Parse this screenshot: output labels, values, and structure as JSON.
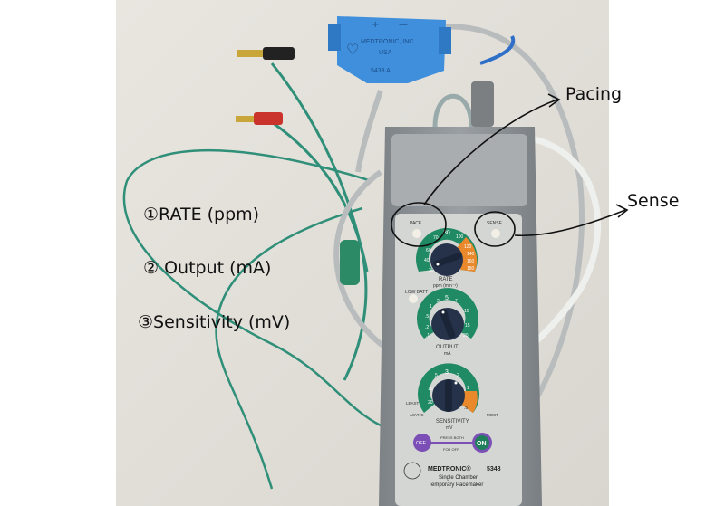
{
  "annotations": {
    "rate": "①RATE (ppm)",
    "output": "② Output (mA)",
    "sensitivity": "③Sensitivity (mV)",
    "pacing": "Pacing",
    "sense": "Sense"
  },
  "connector": {
    "brand": "MEDTRONIC, INC.",
    "country": "USA",
    "model": "5433 A",
    "plus": "+",
    "minus": "—"
  },
  "device": {
    "pace_label": "PACE",
    "sense_label": "SENSE",
    "low_batt_label": "LOW BATT",
    "rate": {
      "ticks": [
        "30",
        "40",
        "60",
        "70",
        "80",
        "100",
        "120",
        "140",
        "160",
        "180"
      ],
      "label": "RATE",
      "unit": "ppm (min⁻¹)"
    },
    "output": {
      "ticks": [
        ".1",
        ".2",
        ".5",
        "1",
        "2",
        "5",
        "7",
        "10",
        "15",
        "20"
      ],
      "label": "OUTPUT",
      "unit": "mA"
    },
    "sensitivity": {
      "ticks": [
        "20",
        "10",
        "5",
        "3",
        "2",
        "1",
        ".5"
      ],
      "label": "SENSITIVITY",
      "unit": "mV",
      "least": "LEAST",
      "most": "MOST",
      "async": "ASYNC"
    },
    "off_label": "OFF",
    "on_label": "ON",
    "press_both": "PRESS BOTH",
    "for_off": "FOR OFF",
    "brand": "MEDTRONIC®",
    "model": "5348",
    "desc1": "Single Chamber",
    "desc2": "Temporary Pacemaker"
  },
  "colors": {
    "device_body": "#8d9296",
    "panel": "#d4d6d3",
    "dial_green": "#1f8a63",
    "dial_orange": "#e9892c",
    "knob": "#25324a",
    "connector_blue": "#3f8fdc",
    "on_green": "#1e7f5a",
    "off_purple": "#7b4fb5"
  }
}
